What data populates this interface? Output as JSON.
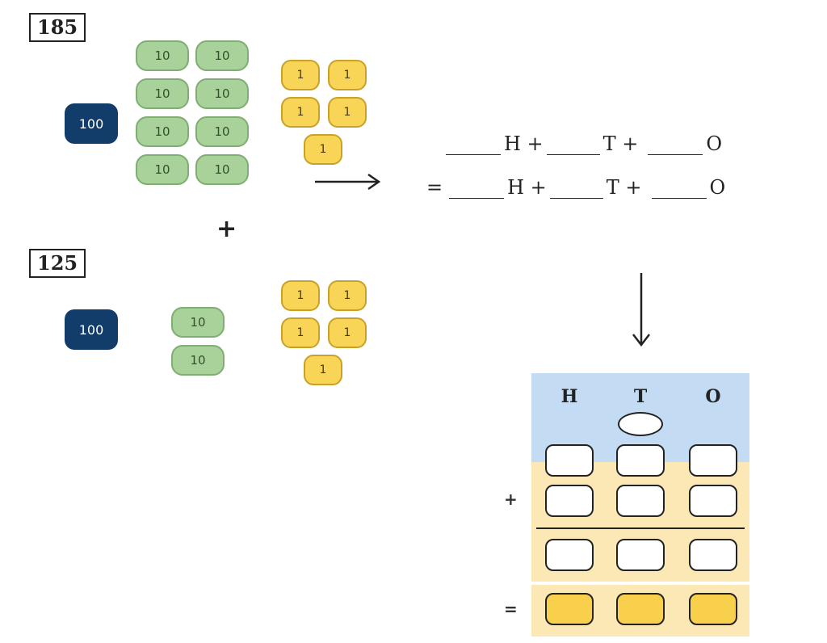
{
  "numbers": {
    "first": "185",
    "second": "125"
  },
  "first_number_blocks": {
    "hundreds": [
      "100"
    ],
    "tens": [
      "10",
      "10",
      "10",
      "10",
      "10",
      "10",
      "10",
      "10"
    ],
    "ones": [
      "1",
      "1",
      "1",
      "1",
      "1"
    ]
  },
  "second_number_blocks": {
    "hundreds": [
      "100"
    ],
    "tens": [
      "10",
      "10"
    ],
    "ones": [
      "1",
      "1",
      "1",
      "1",
      "1"
    ]
  },
  "plus_sign": "+",
  "expression": {
    "line1": {
      "h": "H +",
      "t": "T +",
      "o": "O"
    },
    "line2": {
      "eq": "=",
      "h": "H +",
      "t": "T +",
      "o": "O"
    }
  },
  "place_value_table": {
    "headers": [
      "H",
      "T",
      "O"
    ],
    "plus_sign": "+",
    "equals_sign": "="
  },
  "colors": {
    "hundred_block": "#123d6b",
    "ten_block": "#a9d29a",
    "one_block": "#f8d557",
    "table_top": "#c3dcf3",
    "table_bottom": "#fbe8b5",
    "answer_cell": "#f8d04c"
  }
}
